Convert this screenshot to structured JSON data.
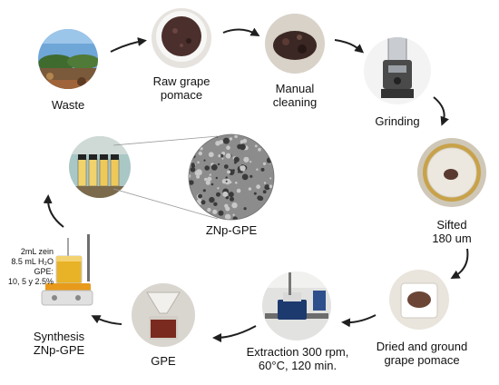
{
  "steps": {
    "waste": "Waste",
    "raw_pomace": "Raw grape\npomace",
    "manual_cleaning": "Manual\ncleaning",
    "grinding": "Grinding",
    "sifted": "Sifted\n180 um",
    "dried_ground": "Dried and ground\ngrape pomace",
    "extraction": "Extraction 300 rpm,\n60°C, 120 min.",
    "gpe": "GPE",
    "synthesis": "Synthesis\nZNp-GPE",
    "znp_gpe": "ZNp-GPE"
  },
  "synthesis_conditions": "2mL zein\n8.5 mL H₂O\nGPE:\n10, 5 y 2.5%",
  "colors": {
    "arrow": "#1f1f1f",
    "sky": "#6fa6d8",
    "pomace": "#4a2f2c",
    "liquid_yellow": "#e8b326",
    "extract_red": "#7a2a1e",
    "sem_gray": "#8c8c8c"
  }
}
